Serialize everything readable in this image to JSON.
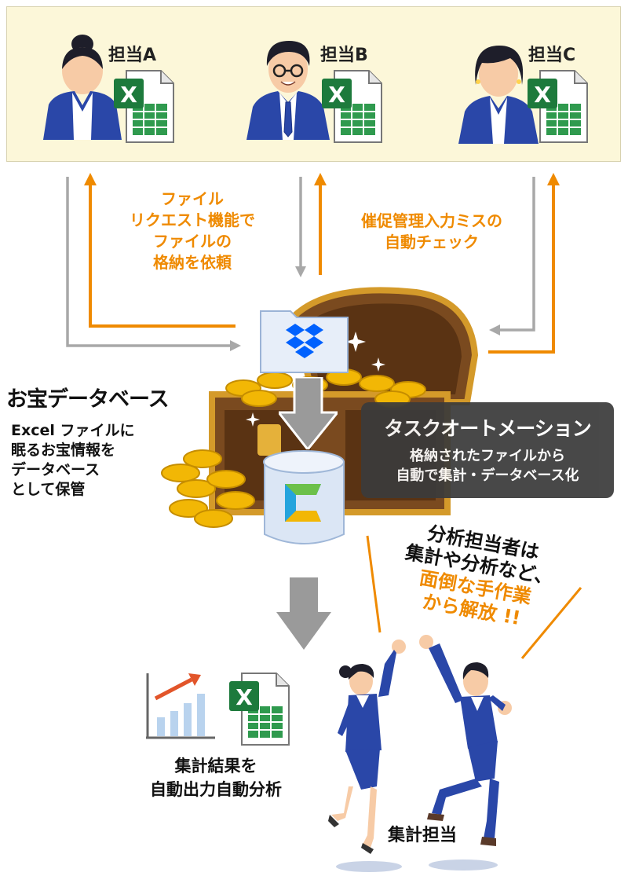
{
  "persons": [
    {
      "label": "担当A"
    },
    {
      "label": "担当B"
    },
    {
      "label": "担当C"
    }
  ],
  "request_note": [
    "ファイル",
    "リクエスト機能で",
    "ファイルの",
    "格納を依頼"
  ],
  "check_note": [
    "催促管理入力ミスの",
    "自動チェック"
  ],
  "database": {
    "title": "お宝データベース",
    "desc": [
      "Excel ファイルに",
      "眠るお宝情報を",
      "データベース",
      "として保管"
    ]
  },
  "automation": {
    "title": "タスクオートメーション",
    "desc": [
      "格納されたファイルから",
      "自動で集計・データベース化"
    ]
  },
  "bubble": {
    "lines_black": [
      "分析担当者は",
      "集計や分析など、"
    ],
    "lines_orange": [
      "面倒な手作業",
      "から解放 !!"
    ]
  },
  "result": [
    "集計結果を",
    "自動出力自動分析"
  ],
  "role": "集計担当",
  "colors": {
    "orange": "#ef8a00",
    "gray_arrow": "#a8a8a8",
    "panel_bg": "#fcf7d9",
    "excel_green": "#1d7a3c",
    "suit_blue": "#2a47a8",
    "dropbox_blue": "#0061fe",
    "gold": "#f2b705"
  },
  "icons": [
    "excel-icon",
    "dropbox-icon",
    "database-icon",
    "chart-icon",
    "treasure-chest-icon"
  ]
}
